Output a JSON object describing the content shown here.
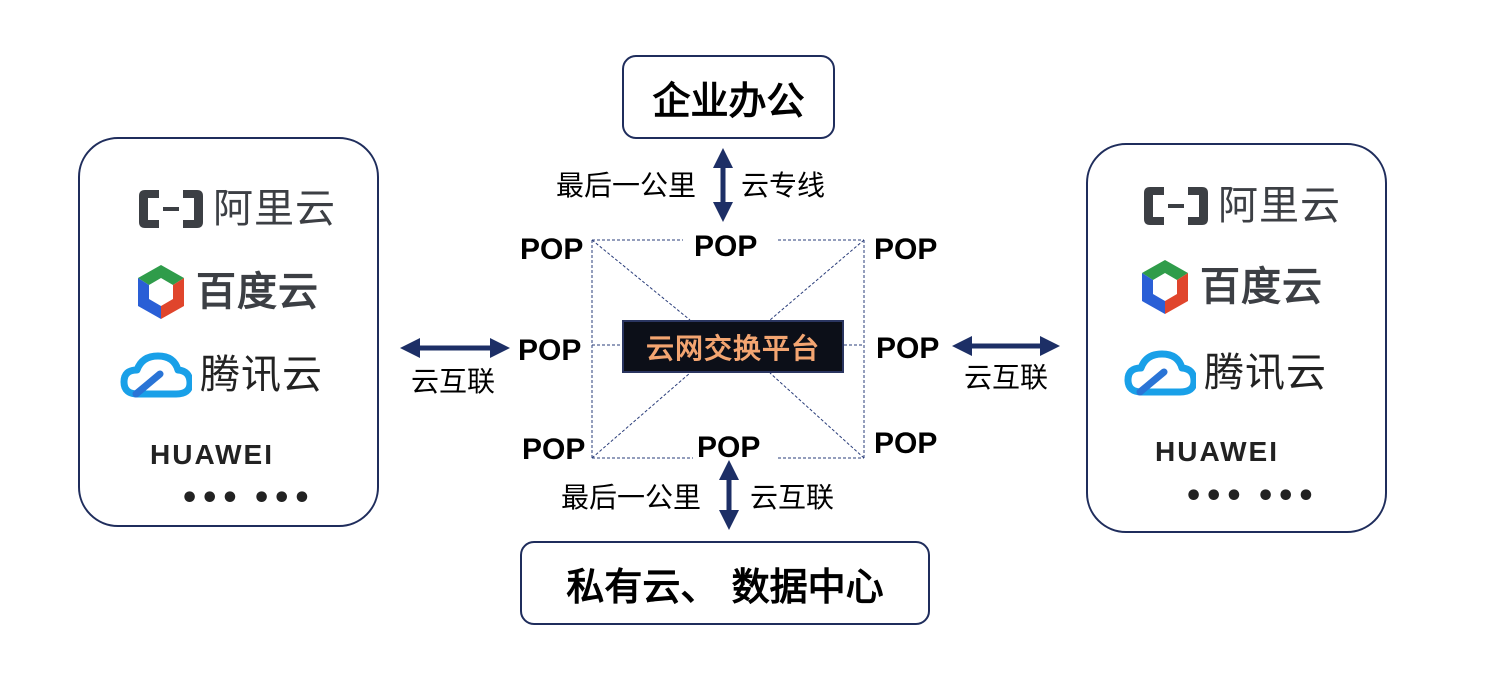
{
  "top_box": "企业办公",
  "bottom_box": "私有云、 数据中心",
  "platform_label": "云网交换平台",
  "pop_label": "POP",
  "top_link": {
    "left": "最后一公里",
    "right": "云专线"
  },
  "bottom_link": {
    "left": "最后一公里",
    "right": "云互联"
  },
  "side_link_label": "云互联",
  "left_panel": {
    "aliyun": "阿里云",
    "baidu": "百度云",
    "tencent": "腾讯云",
    "huawei": "HUAWEI",
    "more": "••• •••"
  },
  "right_panel": {
    "aliyun": "阿里云",
    "baidu": "百度云",
    "tencent": "腾讯云",
    "huawei": "HUAWEI",
    "more": "••• •••"
  },
  "colors": {
    "border": "#1f2d5c",
    "arrow": "#1d2f66",
    "platform_bg": "#0c0f18",
    "platform_text": "#f3a571",
    "aliyun": "#3c3f44",
    "baidu_green": "#2f9c4a",
    "baidu_blue": "#2a5fd6",
    "baidu_red": "#e0452c",
    "tencent_blue": "#19a0e8"
  },
  "icons": [
    "aliyun-logo-icon",
    "baidu-cloud-logo-icon",
    "tencent-cloud-logo-icon"
  ]
}
